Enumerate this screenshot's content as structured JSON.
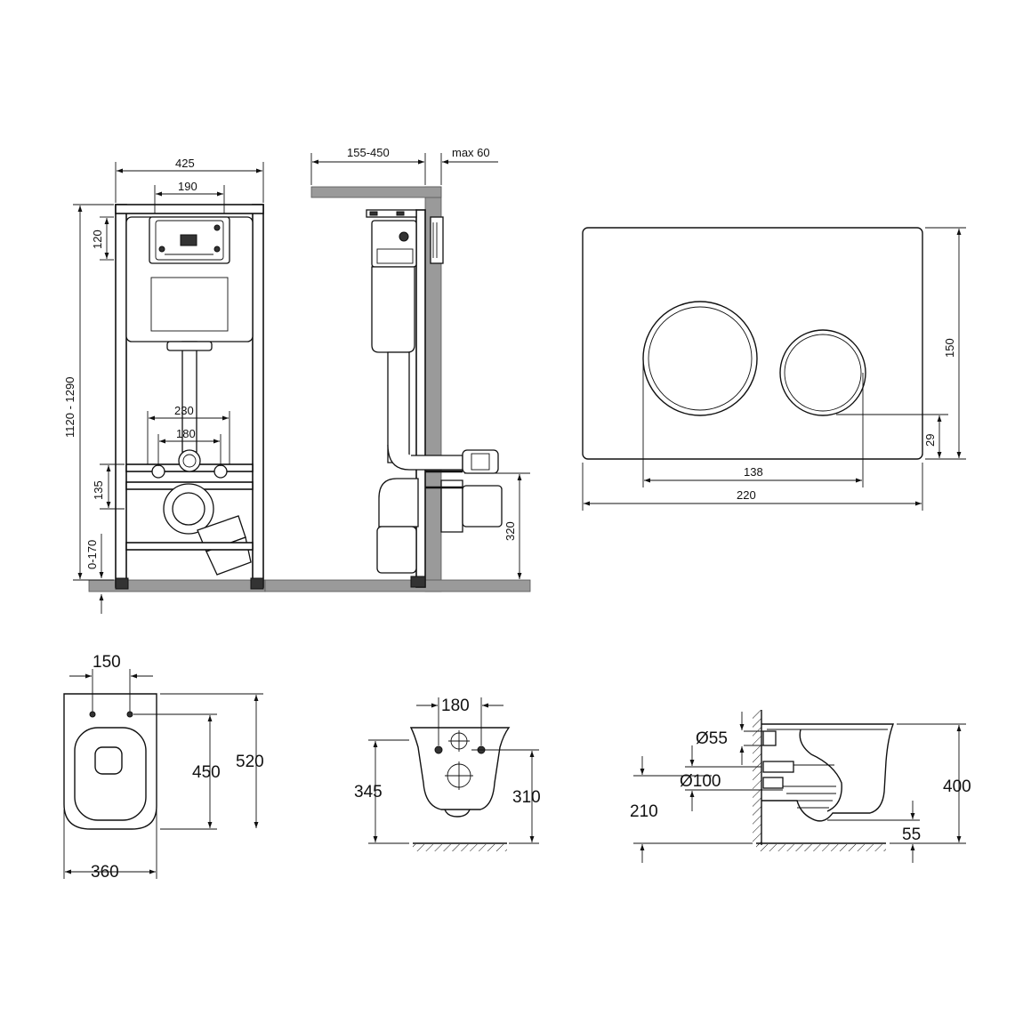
{
  "front_view": {
    "width_425": "425",
    "panel_190": "190",
    "height_range": "1120 - 1290",
    "top_120": "120",
    "spacing_230": "230",
    "spacing_180": "180",
    "height_135": "135",
    "adjust_0_170": "0-170"
  },
  "side_view": {
    "depth_range": "155-450",
    "max_60": "max 60",
    "height_320": "320"
  },
  "flush_plate": {
    "height_150": "150",
    "width_220": "220",
    "button_spacing_138": "138",
    "offset_29": "29"
  },
  "toilet_top_view": {
    "holes_150": "150",
    "length_450": "450",
    "length_520": "520",
    "width_360": "360"
  },
  "toilet_rear_view": {
    "bolt_spacing_180": "180",
    "height_345": "345",
    "height_310": "310"
  },
  "toilet_section_view": {
    "diameter_55": "Ø55",
    "diameter_100": "Ø100",
    "height_210": "210",
    "height_400": "400",
    "depth_55": "55"
  }
}
